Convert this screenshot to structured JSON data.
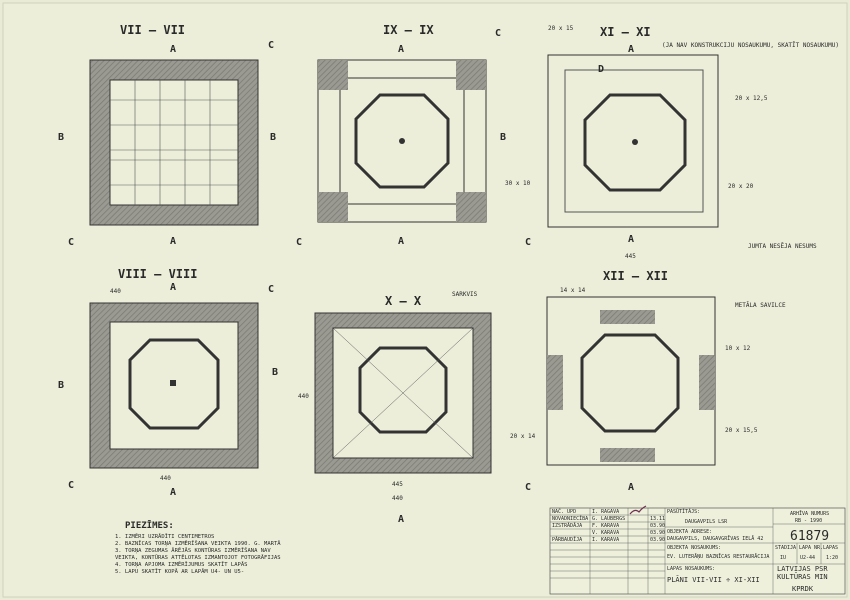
{
  "sections": [
    {
      "title": "VII — VII"
    },
    {
      "title": "IX — IX"
    },
    {
      "title": "XI — XI",
      "note": "(JA NAV KONSTRUKCIJU NOSAUKUMU, SKATĪT NOSAUKUMU)"
    },
    {
      "title": "VIII — VIII"
    },
    {
      "title": "X — X"
    },
    {
      "title": "XII — XII"
    }
  ],
  "markers": {
    "a": "A",
    "b": "B",
    "c": "C",
    "d": "D"
  },
  "dimensions": {
    "w445": "445",
    "w440": "440",
    "h445": "445",
    "h440": "440",
    "labels": [
      "20 x 15",
      "20 x 12,5",
      "30 x 10",
      "20 x 20",
      "14 x 14",
      "10 x 12",
      "20 x 14",
      "20 x 15,5"
    ]
  },
  "callouts": {
    "sarkvis": "SARKVIS",
    "metala_savilce": "METĀLA SAVILCE",
    "jumta_nesejs": "JUMTA NESĒJA NESUMS"
  },
  "notes": {
    "heading": "PIEZĪMES:",
    "items": [
      "1. IZMĒRI UZRĀDĪTI CENTIMETROS",
      "2. BAZNĪCAS TORŅA IZMĒRĪŠANA VEIKTA 1990. G. MARTĀ",
      "3. TORŅA ZEGUMAS ĀRĒJĀS KONTŪRAS IZMĒRĪŠANA NAV",
      "   VEIKTA, KONTŪRAS ATTĒLOTAS IZMANTOJOT FOTOGRĀFIJAS",
      "4. TORŅA APJOMA IZMĒRĪJUMUS SKATĪT LAPĀS",
      "5. LAPU SKATĪT KOPĀ AR LAPĀM U4- UN U5-"
    ]
  },
  "title_block": {
    "rows_left": [
      [
        "NAČ. UPD",
        "I. RAGAVA"
      ],
      [
        "NOVADNIECĪBA",
        "G. LAUBERGS"
      ],
      [
        "IZSTRĀDĀJA",
        "F. KARAVA"
      ],
      [
        "",
        "V. KARAVA"
      ],
      [
        "PĀRBAUDĪJA",
        "I. KARAVA"
      ]
    ],
    "dates": [
      "13.11",
      "03.90",
      "03.90",
      "03.90"
    ],
    "object": "DAUGAVPILS LSR",
    "object_label": "PASŪTĪTĀJS:",
    "address_label": "OBJEKTA ADRESE:",
    "address": "DAUGAVPILS, DAUGAVGRĪVAS IELĀ 42",
    "name_label": "OBJEKTA NOSAUKUMS:",
    "name": "EV. LUTERĀŅU BAZNĪCAS RESTAURĀCIJA",
    "sheet_label": "LAPAS NOSAUKUMS:",
    "sheet": "PLĀNI VII-VII ÷ XI-XII",
    "archive_label": "ARHĪVA NUMURS",
    "archive_code": "RB - 1990",
    "number": "61879",
    "stage_label": "STADIJA",
    "stage": "IU",
    "page_label": "LAPA NR.",
    "page": "U2-44",
    "pages_label": "LAPAS",
    "pages": "1:20",
    "org": "LATVIJAS PSR KULTŪRAS MIN",
    "org_code": "KPRDK"
  }
}
